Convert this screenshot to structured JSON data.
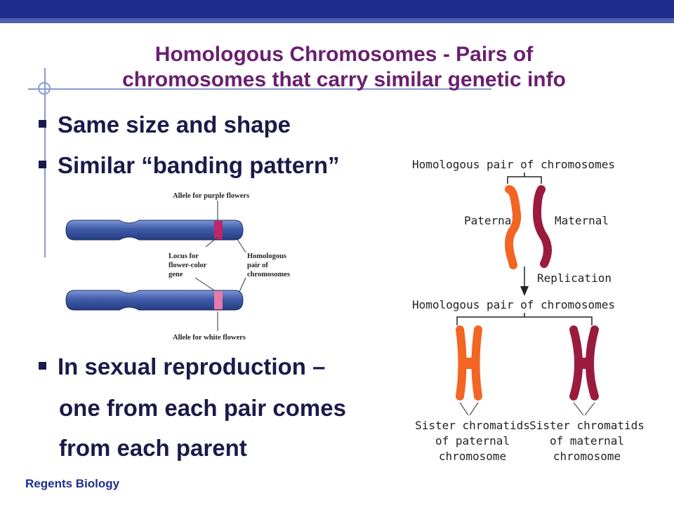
{
  "footer": "Regents Biology",
  "title_line1": "Homologous Chromosomes - Pairs of",
  "title_line2": "chromosomes that carry similar genetic info",
  "bullets": [
    "Same size and shape",
    "Similar “banding pattern”",
    "In sexual reproduction –"
  ],
  "continuation": [
    "one from each pair comes",
    "from each parent"
  ],
  "left_figure": {
    "allele_purple": "Allele for purple flowers",
    "locus_1": "Locus for",
    "locus_2": "flower-color",
    "locus_3": "gene",
    "homologous_1": "Homologous",
    "homologous_2": "pair of",
    "homologous_3": "chromosomes",
    "allele_white": "Allele for white flowers",
    "colors": {
      "chromosome": "#3f5ba8",
      "band_purple": "#c0266a",
      "band_white": "#e77aa8"
    }
  },
  "right_figure": {
    "top_heading": "Homologous pair of chromosomes",
    "paternal": "Paternal",
    "maternal": "Maternal",
    "replication": "Replication",
    "bottom_heading": "Homologous pair of chromosomes",
    "sister_paternal_1": "Sister chromatids",
    "sister_paternal_2": "of paternal",
    "sister_paternal_3": "chromosome",
    "sister_maternal_1": "Sister chromatids",
    "sister_maternal_2": "of maternal",
    "sister_maternal_3": "chromosome",
    "colors": {
      "paternal": "#f26522",
      "maternal": "#9b1b3f"
    }
  }
}
